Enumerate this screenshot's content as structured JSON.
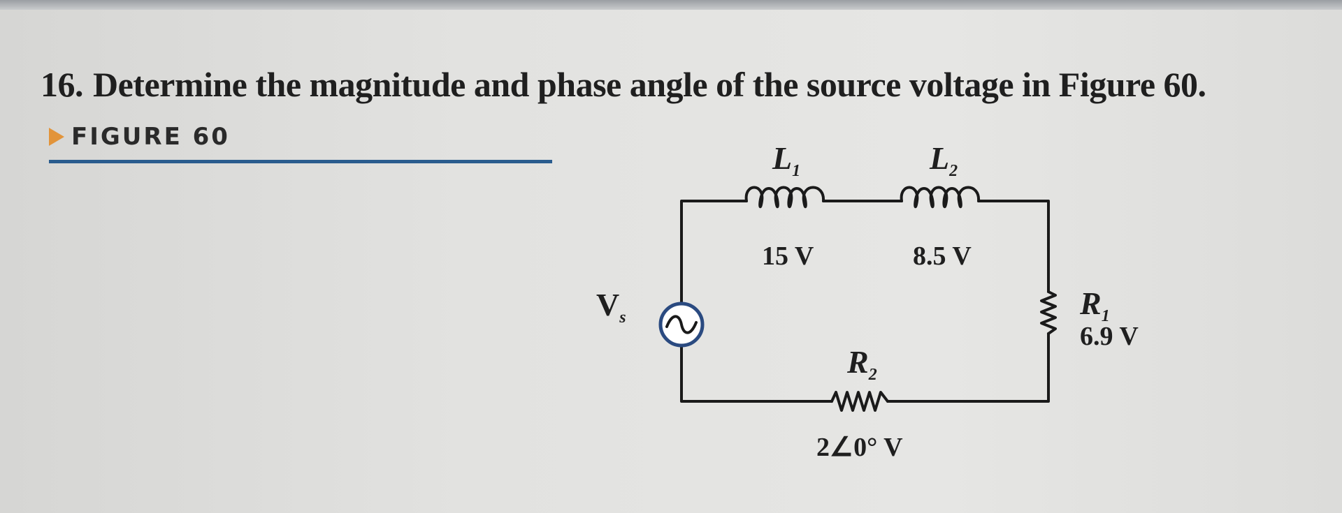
{
  "problem": {
    "number": "16.",
    "text": "Determine the magnitude and phase angle of the source voltage in Figure 60."
  },
  "figure": {
    "label": "FIGURE 60",
    "accent_color": "#e2943a",
    "rule_color": "#2a5c8e"
  },
  "circuit": {
    "source": {
      "symbol": "V",
      "subscript": "s"
    },
    "L1": {
      "symbol": "L",
      "subscript": "1",
      "voltage": "15 V"
    },
    "L2": {
      "symbol": "L",
      "subscript": "2",
      "voltage": "8.5 V"
    },
    "R1": {
      "symbol": "R",
      "subscript": "1",
      "voltage": "6.9 V"
    },
    "R2": {
      "symbol": "R",
      "subscript": "2",
      "voltage": "2∠0° V"
    }
  }
}
